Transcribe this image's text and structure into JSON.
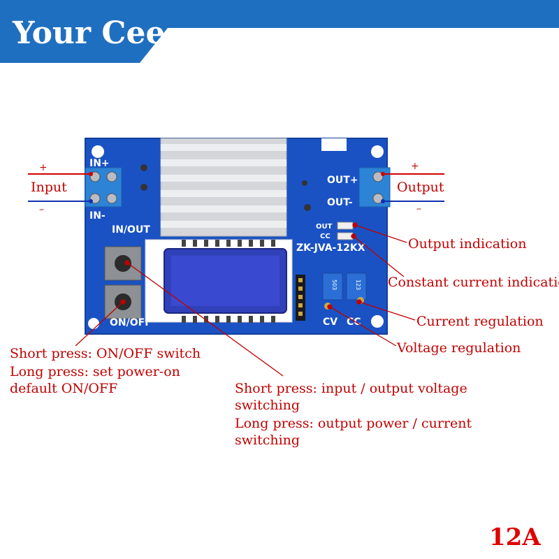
{
  "brand": {
    "name": "Your Cee",
    "color": "#1f6fc0"
  },
  "board": {
    "label_in_plus": "IN+",
    "label_in_minus": "IN-",
    "label_in_out": "IN/OUT",
    "label_on_off": "ON/OFF",
    "label_out_plus": "OUT+",
    "label_out_minus": "OUT-",
    "label_led_out": "OUT",
    "label_led_cc": "CC",
    "model": "ZK-JVA-12KX",
    "label_cv": "CV",
    "label_cc": "CC",
    "pot_code": "503",
    "pot_code2": "123"
  },
  "terminals": {
    "input_label": "Input",
    "input_plus": "+",
    "input_minus": "–",
    "output_label": "Output",
    "output_plus": "+",
    "output_minus": "–"
  },
  "callouts": {
    "output_indication": "Output indication",
    "constant_current_indication": "Constant current indication",
    "current_regulation": "Current regulation",
    "voltage_regulation": "Voltage regulation",
    "onoff_line1": "Short press: ON/OFF switch",
    "onoff_line2": "Long press: set power-on",
    "onoff_line3": "default ON/OFF",
    "inout_line1": "Short press: input / output voltage",
    "inout_line2": "switching",
    "inout_line3": "Long press: output power / current",
    "inout_line4": "switching"
  },
  "rating": "12A",
  "colors": {
    "callout": "#c00000",
    "plus_wire": "#d00000",
    "minus_wire": "#1030b0",
    "pcb": "#1a52c4"
  }
}
